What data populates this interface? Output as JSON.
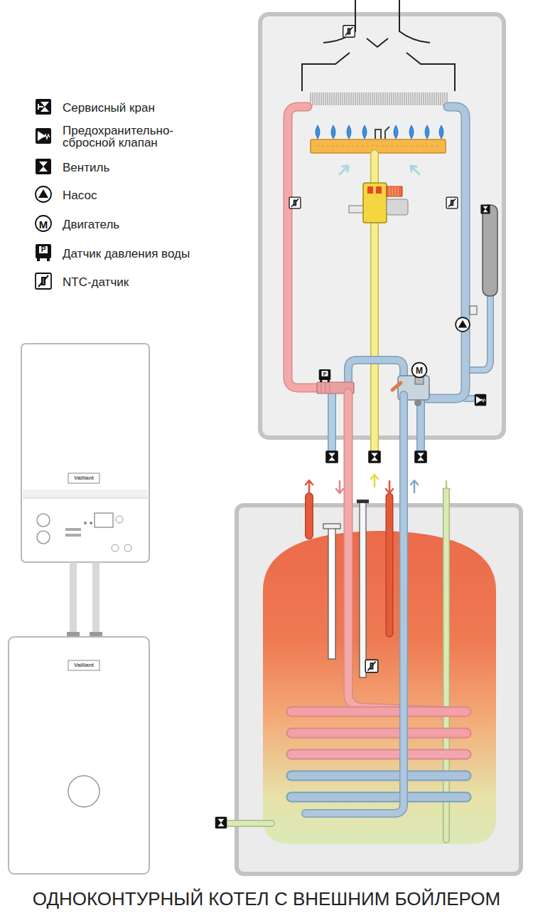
{
  "diagram": {
    "title": "ОДНОКОНТУРНЫЙ КОТЕЛ С ВНЕШНИМ БОЙЛЕРОМ",
    "labels": [
      "M",
      "P",
      "P",
      "M",
      "Vaillant",
      "Vaillant"
    ],
    "legend": [
      {
        "text": "Сервисный кран"
      },
      {
        "text": "Предохранительно- сбросной клапан"
      },
      {
        "text": "Вентиль"
      },
      {
        "text": "Насос"
      },
      {
        "text": "Двигатель"
      },
      {
        "text": "Датчик давления воды"
      },
      {
        "text": "NTC-датчик"
      }
    ]
  }
}
